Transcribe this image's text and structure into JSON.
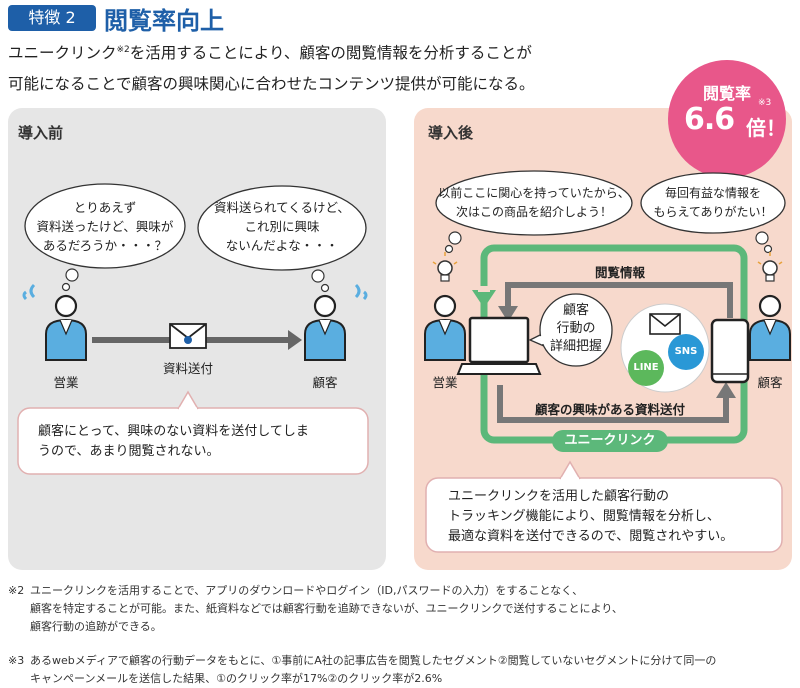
{
  "header": {
    "badge": "特徴 2",
    "title": "閲覧率向上",
    "lead_line1_a": "ユニークリンク",
    "lead_line1_sup": "※2",
    "lead_line1_b": "を活用することにより、顧客の閲覧情報を分析することが",
    "lead_line2": "可能になることで顧客の興味関心に合わせたコンテンツ提供が可能になる。"
  },
  "stat": {
    "label": "閲覧率",
    "value": "6.6",
    "unit": "倍！",
    "note": "※3"
  },
  "before": {
    "title": "導入前",
    "sales_thought": [
      "とりあえず",
      "資料送ったけど、興味が",
      "あるだろうか・・・？"
    ],
    "customer_thought": [
      "資料送られてくるけど、",
      "これ別に興味",
      "ないんだよな・・・"
    ],
    "sales_label": "営業",
    "customer_label": "顧客",
    "send_label": "資料送付",
    "note": [
      "顧客にとって、興味のない資料を送付してしま",
      "うので、あまり閲覧されない。"
    ]
  },
  "after": {
    "title": "導入後",
    "sales_thought": [
      "以前ここに関心を持っていたから、",
      "次はこの商品を紹介しよう！"
    ],
    "customer_thought": [
      "毎回有益な情報を",
      "もらえてありがたい！"
    ],
    "sales_label": "営業",
    "customer_label": "顧客",
    "view_info_label": "閲覧情報",
    "laptop_callout": [
      "顧客",
      "行動の",
      "詳細把握"
    ],
    "send_label": "顧客の興味がある資料送付",
    "unique_link_label": "ユニークリンク",
    "line_label": "LINE",
    "sns_label": "SNS",
    "note": [
      "ユニークリンクを活用した顧客行動の",
      "トラッキング機能により、閲覧情報を分析し、",
      "最適な資料を送付できるので、閲覧されやすい。"
    ]
  },
  "footnotes": {
    "n2_mark": "※2",
    "n2": [
      "ユニークリンクを活用することで、アプリのダウンロードやログイン（ID,パスワードの入力）をすることなく、",
      "顧客を特定することが可能。また、紙資料などでは顧客行動を追跡できないが、ユニークリンクで送付することにより、",
      "顧客行動の追跡ができる。"
    ],
    "n3_mark": "※3",
    "n3": [
      "あるwebメディアで顧客の行動データをもとに、①事前にA社の記事広告を閲覧したセグメント②閲覧していないセグメントに分けて同一の",
      "キャンペーンメールを送信した結果、①のクリック率が17%②のクリック率が2.6%"
    ]
  },
  "colors": {
    "brand_blue": "#1e5fa8",
    "accent_pink": "#e8578a",
    "green": "#5cb87a",
    "person_blue": "#5aaee0"
  }
}
